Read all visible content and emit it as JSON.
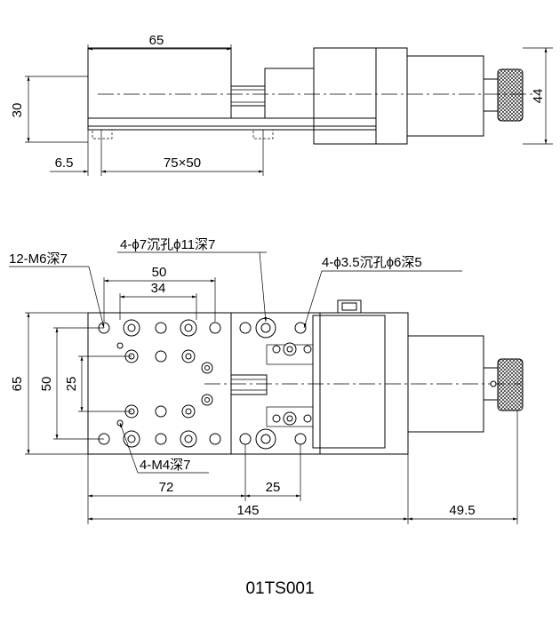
{
  "drawing": {
    "model_label": "01TS001",
    "side_view": {
      "length_65": "65",
      "height_30": "30",
      "height_44": "44",
      "offset_6_5": "6.5",
      "hole_pitch": "75×50"
    },
    "top_view": {
      "note_m6": "12-M6深7",
      "note_counterbore_7": "4-ϕ7沉孔ϕ11深7",
      "note_counterbore_3_5": "4-ϕ3.5沉孔ϕ6深5",
      "note_m4": "4-M4深7",
      "dim_50_top": "50",
      "dim_34": "34",
      "dim_65": "65",
      "dim_50_left": "50",
      "dim_25_left": "25",
      "dim_72": "72",
      "dim_25_bottom": "25",
      "dim_145": "145",
      "dim_49_5": "49.5"
    }
  }
}
